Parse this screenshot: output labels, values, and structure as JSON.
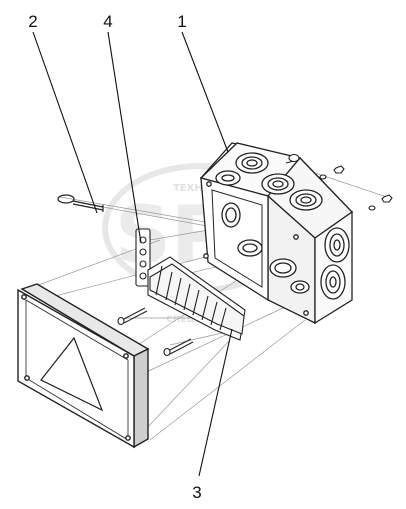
{
  "callouts": [
    {
      "id": "1",
      "label": "1",
      "part": "junction-box"
    },
    {
      "id": "2",
      "label": "2",
      "part": "eye-bolt"
    },
    {
      "id": "3",
      "label": "3",
      "part": "terminal-strip"
    },
    {
      "id": "4",
      "label": "4",
      "part": "ground-terminal"
    }
  ],
  "watermark": {
    "brand_text": "SPP",
    "caption_top": "ТЕХНИКА",
    "caption_bottom": "СПЕЦТЕХНИКА"
  },
  "colors": {
    "ink": "#111111",
    "line": "#222222",
    "light_line": "#9a9a9a",
    "watermark": "#d9d9d9",
    "background": "#ffffff"
  }
}
